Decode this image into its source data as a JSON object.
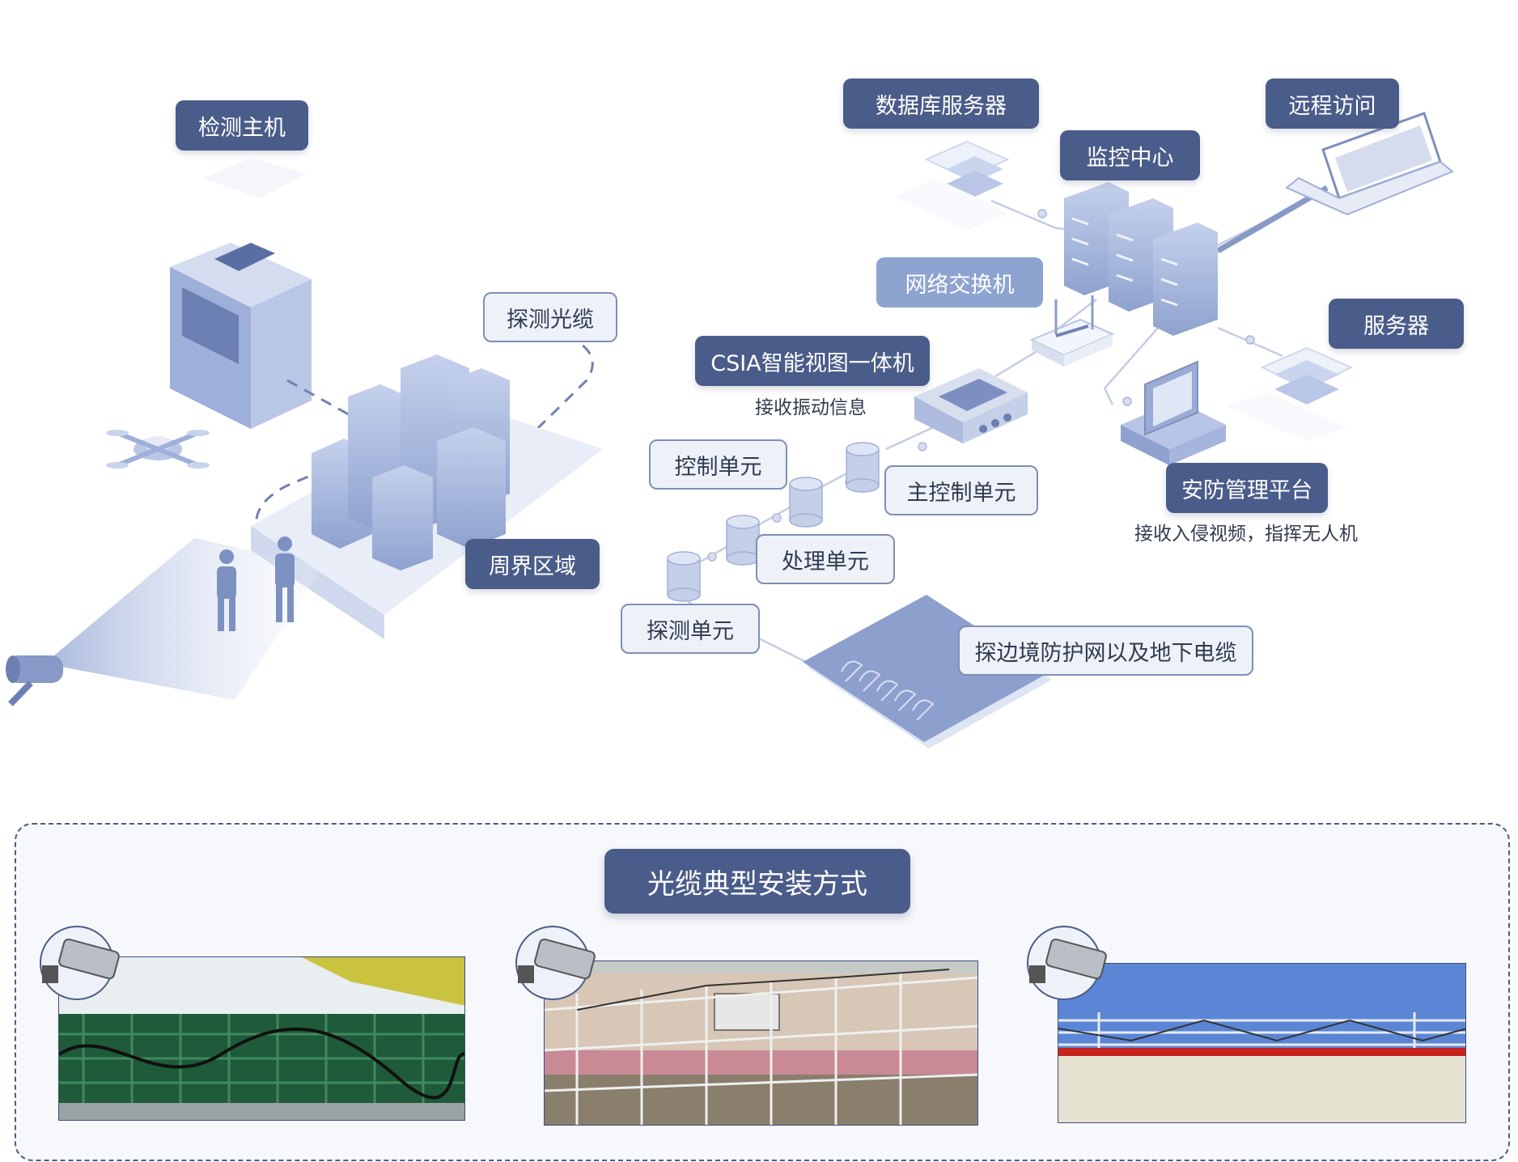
{
  "diagram": {
    "labels": {
      "detection_host": "检测主机",
      "sensing_cable": "探测光缆",
      "perimeter_area": "周界区域",
      "database_server": "数据库服务器",
      "remote_access": "远程访问",
      "monitoring_center": "监控中心",
      "network_switch": "网络交换机",
      "server": "服务器",
      "csia_unit": "CSIA智能视图一体机",
      "csia_unit_desc": "接收振动信息",
      "control_unit": "控制单元",
      "main_control_unit": "主控制单元",
      "security_platform": "安防管理平台",
      "security_platform_desc": "接收入侵视频，指挥无人机",
      "processing_unit": "处理单元",
      "detection_unit": "探测单元",
      "border_cable": "探边境防护网以及地下电缆"
    },
    "colors": {
      "label_dark": "#4a5c89",
      "label_light": "#8da3d0",
      "label_outline": "#7d8fb5",
      "illustration": "#a8b8dc"
    }
  },
  "installation": {
    "title": "光缆典型安装方式",
    "photos": [
      {
        "name": "roof-fence-installation"
      },
      {
        "name": "mesh-fence-installation"
      },
      {
        "name": "wall-top-fence-installation"
      }
    ]
  }
}
